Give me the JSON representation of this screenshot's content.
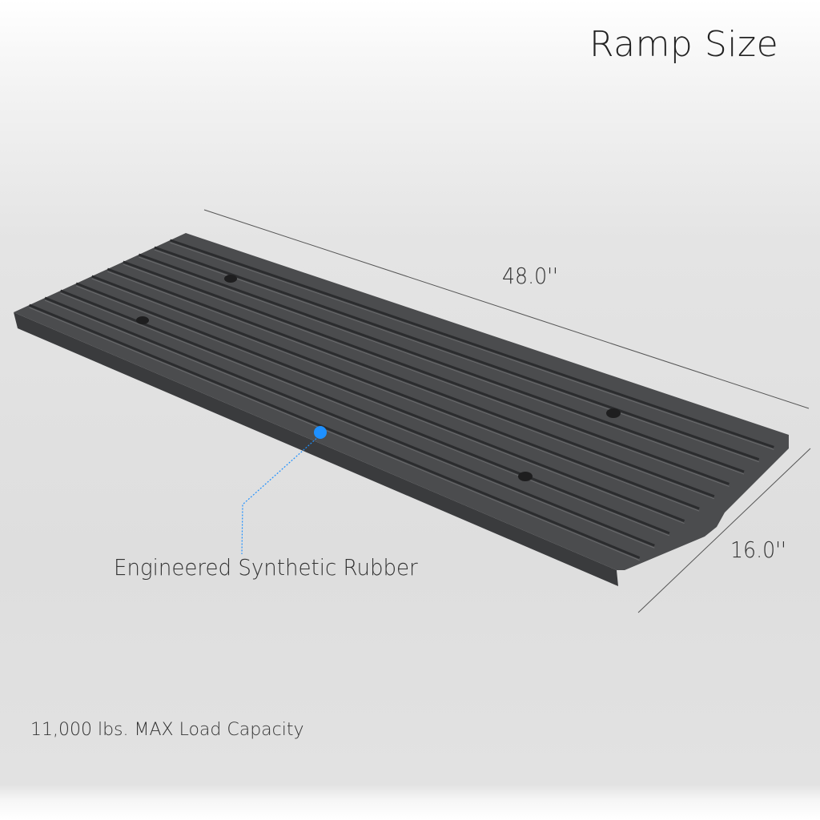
{
  "title": "Ramp Size",
  "dimensions": {
    "length": "48.0''",
    "width": "16.0''"
  },
  "callout": {
    "label": "Engineered Synthetic Rubber",
    "marker_color": "#1e90ff"
  },
  "footer": {
    "capacity": "11,000 lbs. MAX Load Capacity"
  },
  "colors": {
    "rubber": "#4a4b4d",
    "groove": "#2b2c2e",
    "accent": "#1e90ff"
  }
}
